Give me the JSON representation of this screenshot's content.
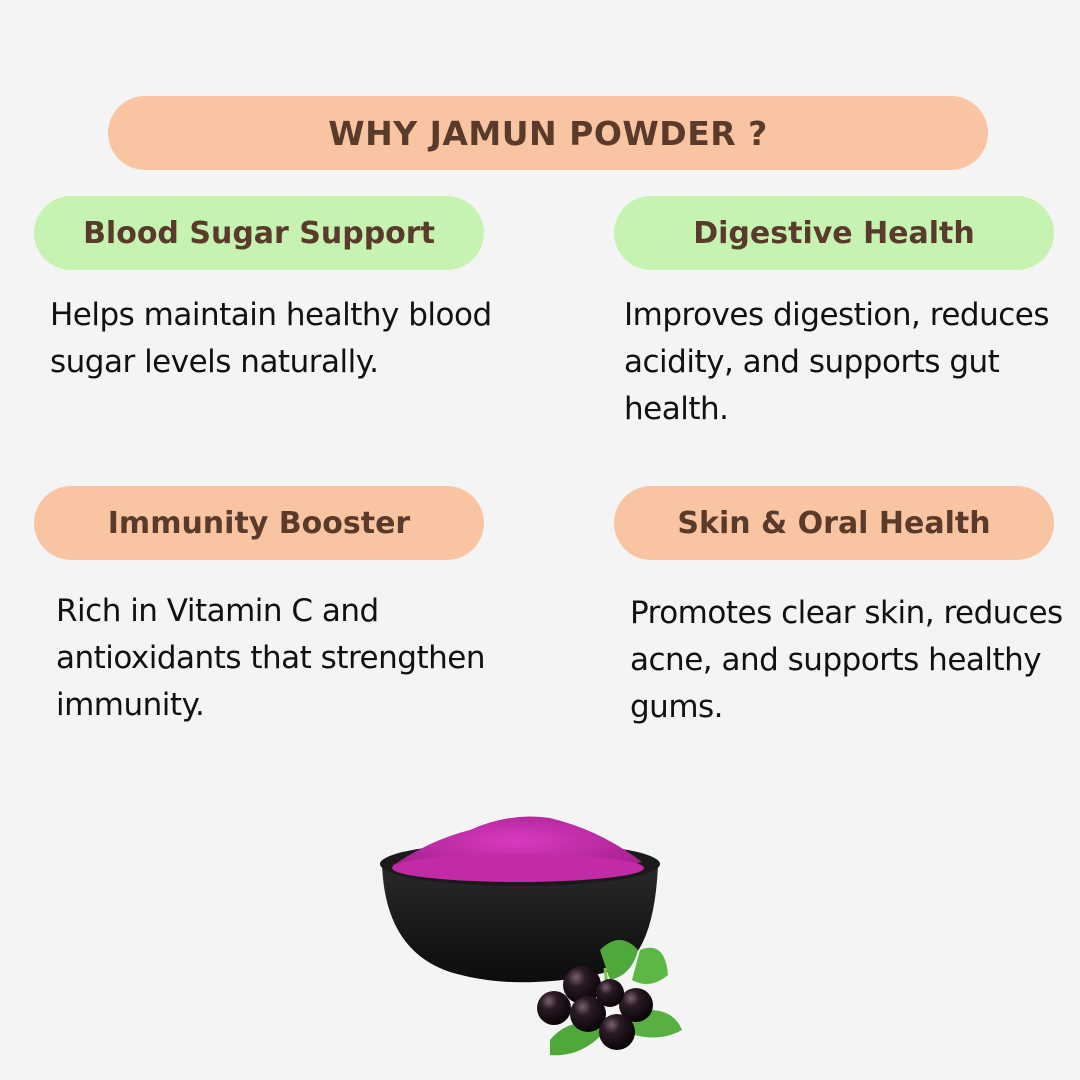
{
  "title": "WHY JAMUN POWDER ?",
  "benefits": [
    {
      "heading": "Blood Sugar Support",
      "description": "Helps maintain healthy blood sugar levels naturally.",
      "pill_color": "#c6f3b1"
    },
    {
      "heading": "Digestive Health",
      "description": "Improves digestion, reduces acidity, and supports gut health.",
      "pill_color": "#c6f3b1"
    },
    {
      "heading": "Immunity Booster",
      "description": "Rich in Vitamin C and antioxidants that strengthen immunity.",
      "pill_color": "#f8c4a2"
    },
    {
      "heading": "Skin & Oral Health",
      "description": "Promotes clear skin, reduces acne, and supports healthy gums.",
      "pill_color": "#f8c4a2"
    }
  ],
  "colors": {
    "background": "#f4f4f4",
    "peach": "#f8c4a2",
    "green": "#c6f3b1",
    "heading_text": "#5a3a2a",
    "body_text": "#111111",
    "powder": "#c02ca8"
  },
  "image": {
    "subject": "bowl of purple jamun powder with jamun berries and leaves"
  }
}
